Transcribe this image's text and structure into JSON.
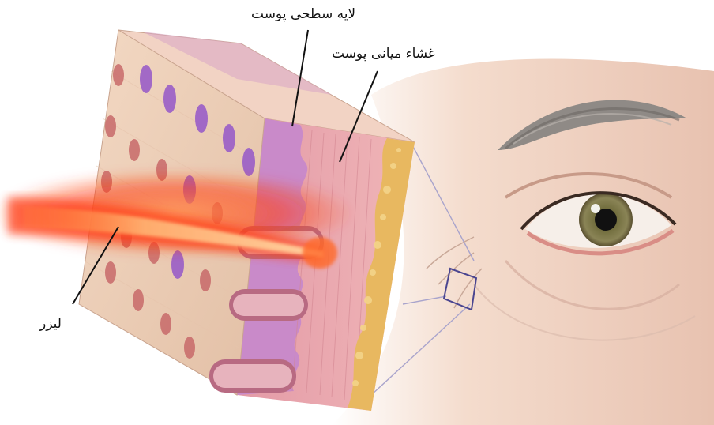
{
  "labels": {
    "epidermis": "لایه سطحی پوست",
    "dermis": "غشاء میانی پوست",
    "laser": "لیزر"
  },
  "colors": {
    "background": "#ffffff",
    "epidermis": "#c98ac9",
    "dermis": "#e9a8b0",
    "fat": "#e8b860",
    "laser": "#ff5a1e",
    "pore": "#c86a6a",
    "pigment": "#9a5ec8"
  },
  "icons": [
    "laser-beam",
    "skin-cross-section",
    "eye"
  ]
}
